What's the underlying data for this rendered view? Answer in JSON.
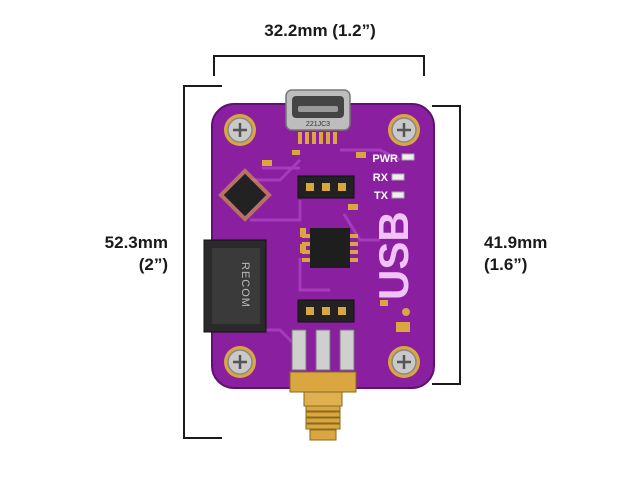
{
  "dimensions": {
    "width": "32.2mm (1.2”)",
    "height_total_line1": "52.3mm",
    "height_total_line2": "(2”)",
    "height_board_line1": "41.9mm",
    "height_board_line2": "(1.6”)"
  },
  "board": {
    "color": "#8a1fa0",
    "silkscreen_usb": "USB",
    "led_labels": [
      "PWR",
      "RX",
      "TX"
    ],
    "regulator_marking": "RECOM",
    "connector_marking": "221JC3"
  },
  "colors": {
    "pcb": "#8a1fa0",
    "pcb_dark": "#6d1680",
    "gold": "#d9a640",
    "silkscreen": "#ffffff"
  }
}
